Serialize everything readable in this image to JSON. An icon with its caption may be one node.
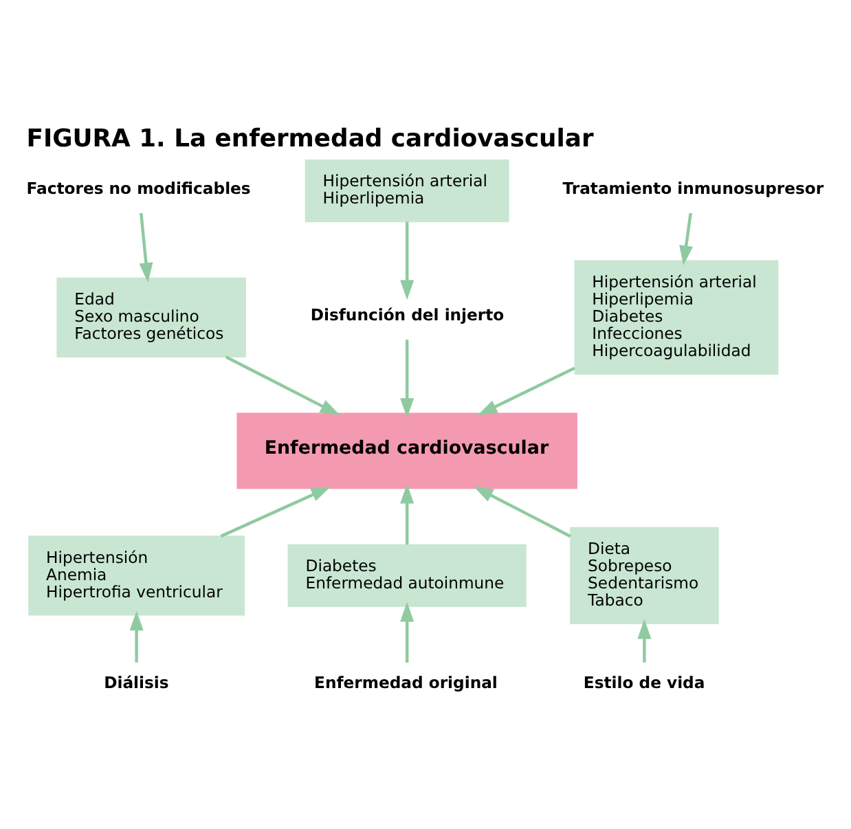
{
  "diagram": {
    "title": "FIGURA 1. La enfermedad cardiovascular",
    "nodes": [
      {
        "text": [
          "Factores no modificables"
        ]
      },
      {
        "text": [
          "Edad",
          "Sexo masculino",
          "Factores genéticos"
        ]
      },
      {
        "text": [
          "Hipertensión arterial",
          "Hiperlipemia"
        ]
      },
      {
        "text": [
          "Disfunción del injerto"
        ]
      },
      {
        "text": [
          "Tratamiento inmunosupresor"
        ]
      },
      {
        "text": [
          "Hipertensión arterial",
          "Hiperlipemia",
          "Diabetes",
          "Infecciones",
          "Hipercoagulabilidad"
        ]
      },
      {
        "text": [
          "Enfermedad cardiovascular"
        ]
      },
      {
        "text": [
          "Hipertensión",
          "Anemia",
          "Hipertrofia ventricular"
        ]
      },
      {
        "text": [
          "Diálisis"
        ]
      },
      {
        "text": [
          "Diabetes",
          "Enfermedad autoinmune"
        ]
      },
      {
        "text": [
          "Enfermedad original"
        ]
      },
      {
        "text": [
          "Dieta",
          "Sobrepeso",
          "Sedentarismo",
          "Tabaco"
        ]
      },
      {
        "text": [
          "Estilo de vida"
        ]
      }
    ],
    "edges": [
      {
        "from": 0,
        "to": 1,
        "arrow": "to"
      },
      {
        "from": 2,
        "to": 3,
        "arrow": "to"
      },
      {
        "from": 3,
        "to": 6,
        "arrow": "to"
      },
      {
        "from": 4,
        "to": 5,
        "arrow": "to"
      },
      {
        "from": 1,
        "to": 6,
        "arrow": "to"
      },
      {
        "from": 5,
        "to": 6,
        "arrow": "to"
      },
      {
        "from": 7,
        "to": 6,
        "arrow": "to"
      },
      {
        "from": 11,
        "to": 6,
        "arrow": "to"
      },
      {
        "from": 9,
        "to": 6,
        "arrow": "to"
      },
      {
        "from": 8,
        "to": 7,
        "arrow": "to"
      },
      {
        "from": 10,
        "to": 9,
        "arrow": "to"
      },
      {
        "from": 12,
        "to": 11,
        "arrow": "to"
      }
    ]
  }
}
